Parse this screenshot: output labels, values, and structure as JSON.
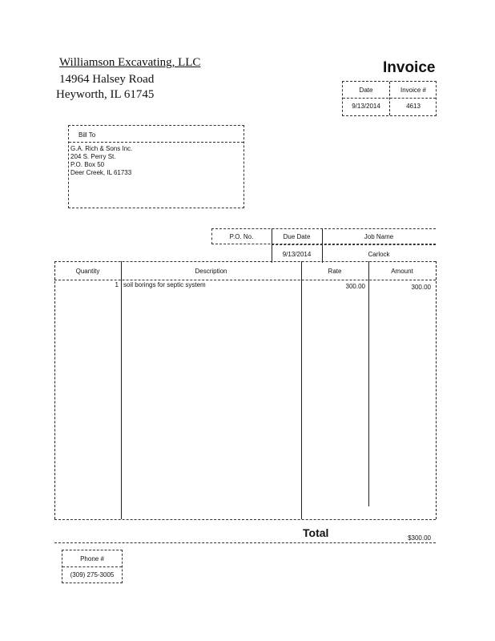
{
  "company": {
    "name": "Williamson Excavating, LLC",
    "address1": "14964 Halsey Road",
    "address2": "Heyworth, IL 61745"
  },
  "title": "Invoice",
  "meta": {
    "date_label": "Date",
    "invoice_label": "Invoice #",
    "date": "9/13/2014",
    "invoice_number": "4613"
  },
  "bill_to": {
    "label": "Bill To",
    "lines": [
      "G.A. Rich & Sons Inc.",
      "204 S. Perry St.",
      "P.O. Box 50",
      "Deer Creek, IL 61733"
    ]
  },
  "order": {
    "po_label": "P.O. No.",
    "due_label": "Due Date",
    "job_label": "Job Name",
    "po": "",
    "due_date": "9/13/2014",
    "job_name": "Carlock"
  },
  "table": {
    "headers": [
      "Quantity",
      "Description",
      "Rate",
      "Amount"
    ],
    "rows": [
      {
        "qty": "1",
        "description": "soil borings for septic system",
        "rate": "300.00",
        "amount": "300.00"
      }
    ]
  },
  "total": {
    "label": "Total",
    "value": "$300.00"
  },
  "phone": {
    "label": "Phone #",
    "value": "(309) 275-3005"
  }
}
